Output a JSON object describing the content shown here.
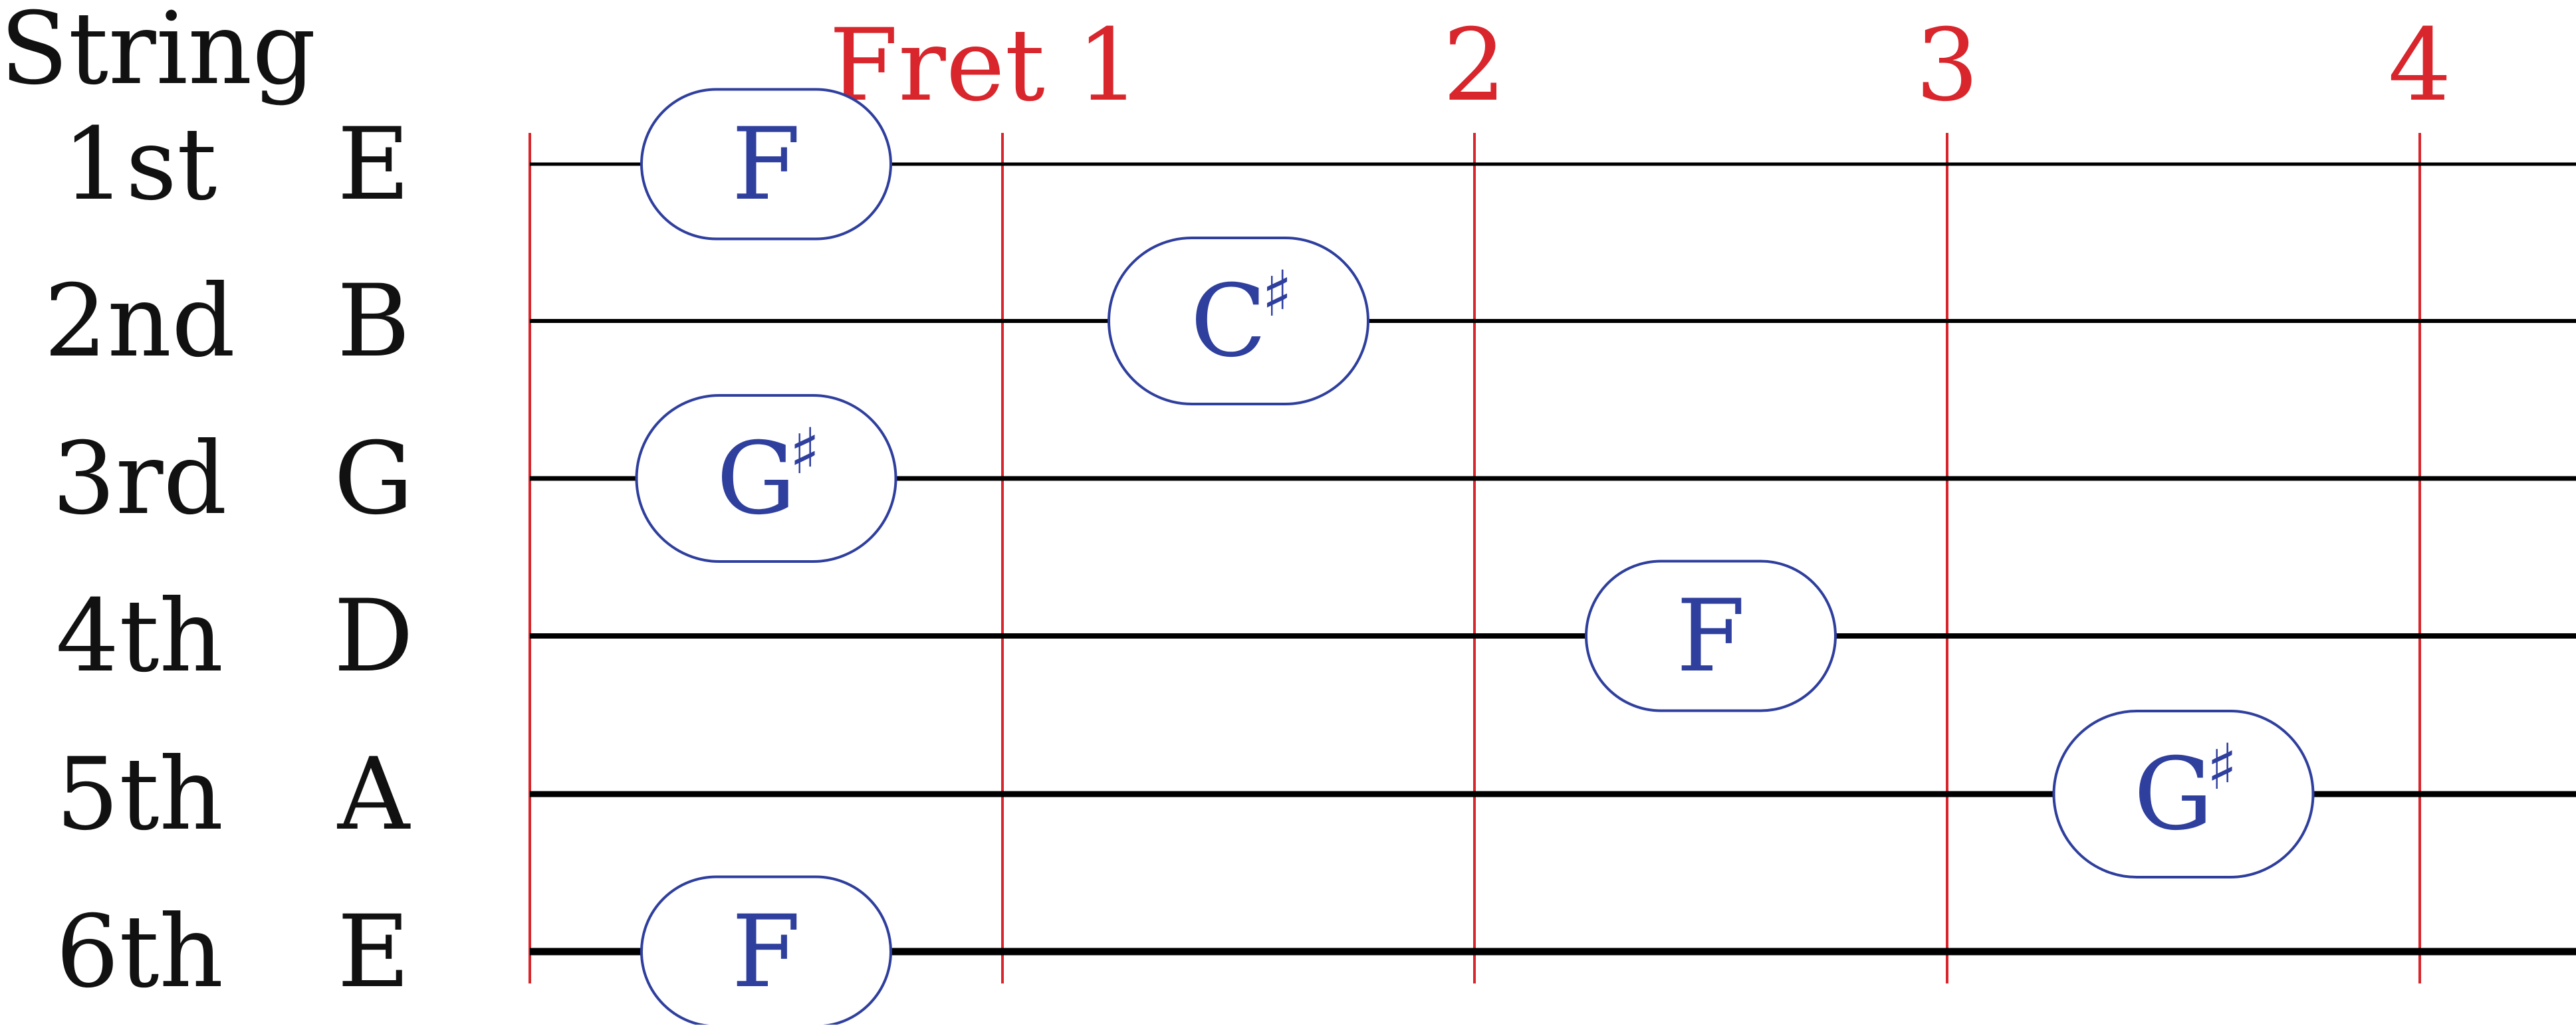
{
  "colors": {
    "fret": "#d8262c",
    "string": "#000000",
    "note": "#2f3f9e",
    "note_border": "#2f3f9e",
    "text": "#111111"
  },
  "header": {
    "string_heading": "String"
  },
  "frets": [
    "Fret 1",
    "2",
    "3",
    "4"
  ],
  "strings": [
    {
      "ordinal": "1st",
      "note": "E"
    },
    {
      "ordinal": "2nd",
      "note": "B"
    },
    {
      "ordinal": "3rd",
      "note": "G"
    },
    {
      "ordinal": "4th",
      "note": "D"
    },
    {
      "ordinal": "5th",
      "note": "A"
    },
    {
      "ordinal": "6th",
      "note": "E"
    }
  ],
  "notes": [
    {
      "string": 1,
      "fret": 1,
      "name": "F",
      "accidental": ""
    },
    {
      "string": 2,
      "fret": 2,
      "name": "C",
      "accidental": "♯"
    },
    {
      "string": 3,
      "fret": 1,
      "name": "G",
      "accidental": "♯"
    },
    {
      "string": 4,
      "fret": 3,
      "name": "F",
      "accidental": ""
    },
    {
      "string": 5,
      "fret": 4,
      "name": "G",
      "accidental": "♯"
    },
    {
      "string": 6,
      "fret": 1,
      "name": "F",
      "accidental": ""
    }
  ]
}
